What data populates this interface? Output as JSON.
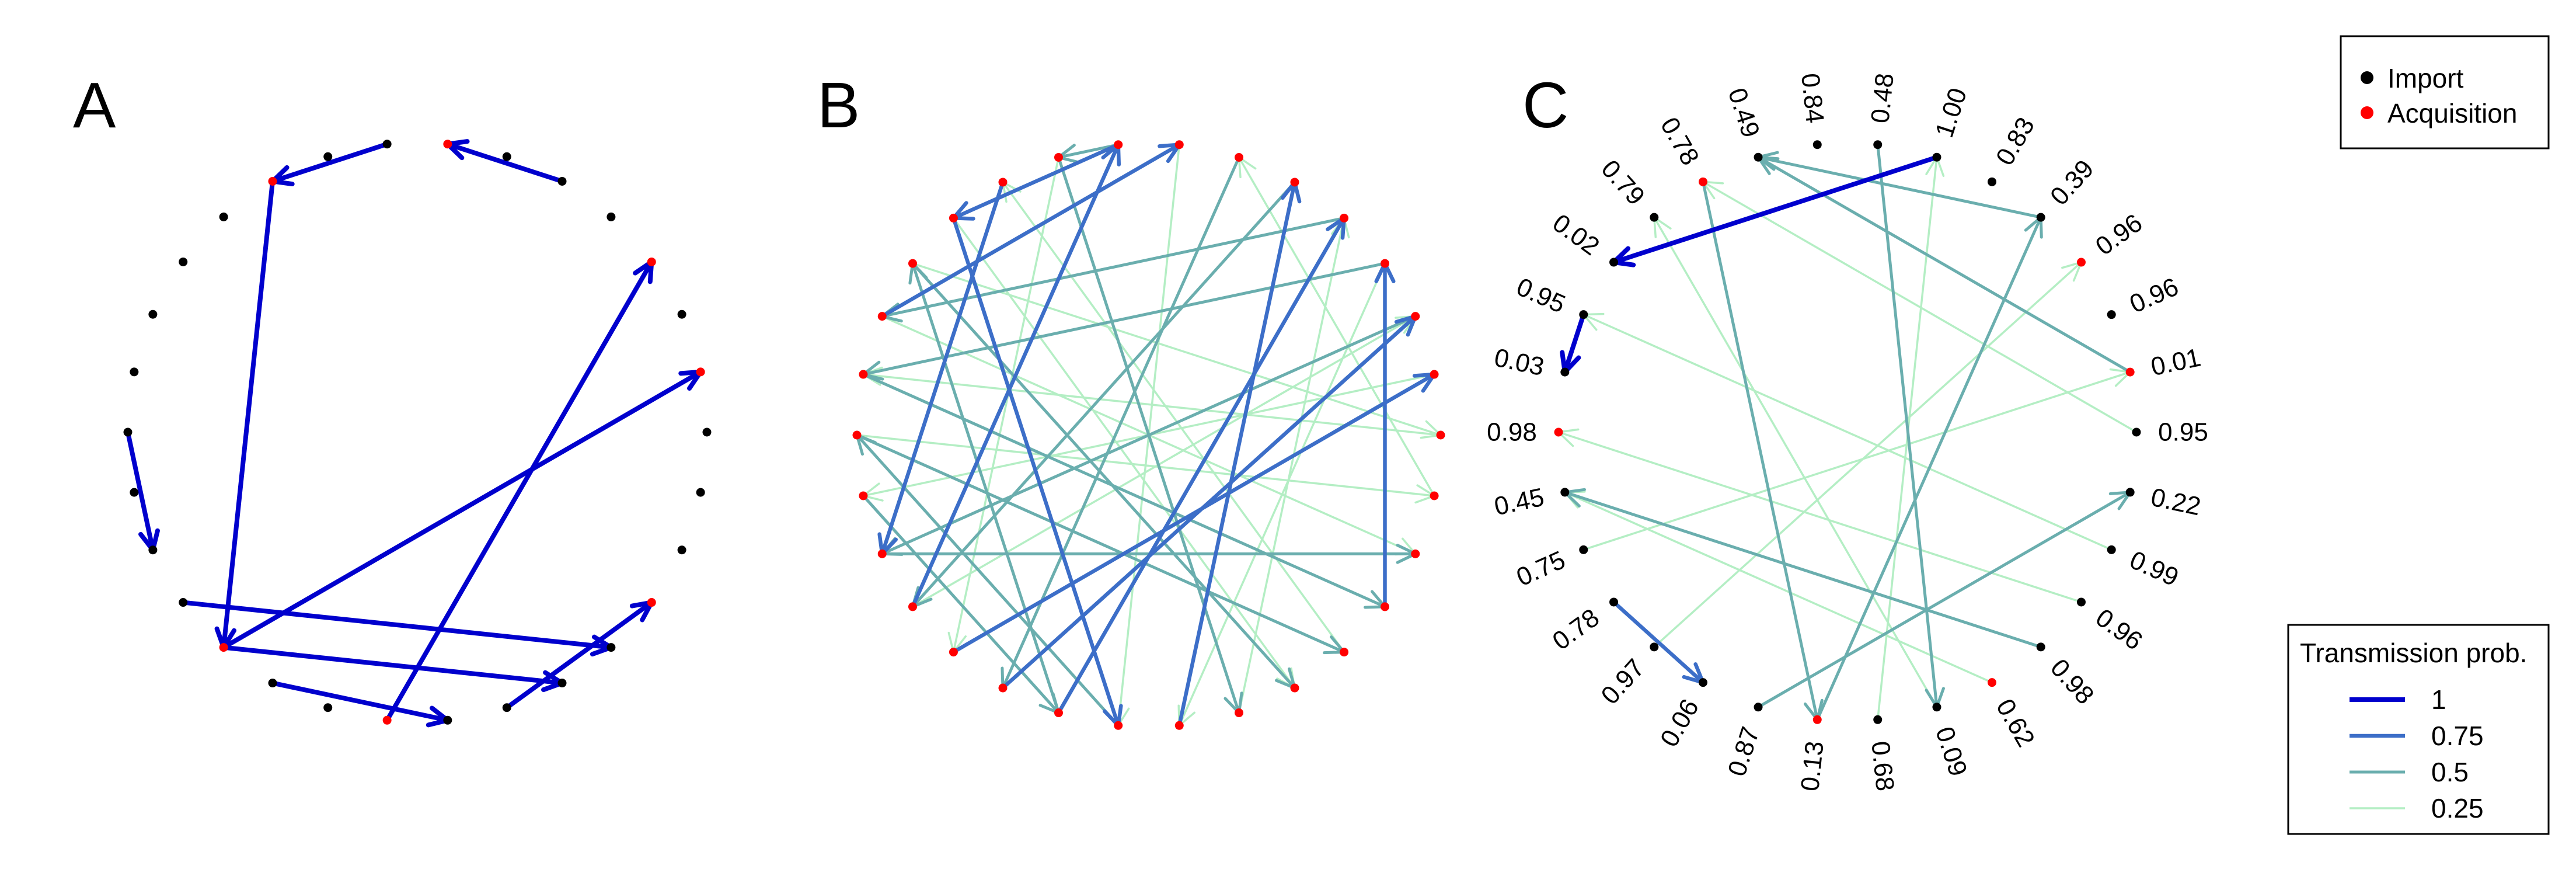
{
  "colors": {
    "import": "#000000",
    "acquisition": "#ff0000",
    "edge_1": "#0000cd",
    "edge_0_75": "#3c6ec8",
    "edge_0_5": "#6aaeae",
    "edge_0_25": "#b4eec4"
  },
  "panels": [
    {
      "letter": "A"
    },
    {
      "letter": "B"
    },
    {
      "letter": "C"
    }
  ],
  "node_legend": {
    "items": [
      {
        "label": "Import",
        "color": "#000000"
      },
      {
        "label": "Acquisition",
        "color": "#ff0000"
      }
    ]
  },
  "edge_legend": {
    "title": "Transmission prob.",
    "items": [
      {
        "label": "1",
        "color": "#0000cd",
        "prob": 1
      },
      {
        "label": "0.75",
        "color": "#3c6ec8",
        "prob": 0.75
      },
      {
        "label": "0.5",
        "color": "#6aaeae",
        "prob": 0.5
      },
      {
        "label": "0.25",
        "color": "#b4eec4",
        "prob": 0.25
      }
    ]
  },
  "networks": {
    "node_count": 30,
    "A": {
      "acquisition_nodes": [
        1,
        3,
        7,
        10,
        19,
        22,
        27
      ],
      "edges": [
        [
          19,
          1,
          1
        ],
        [
          22,
          3,
          1
        ],
        [
          5,
          7,
          1
        ],
        [
          8,
          10,
          1
        ],
        [
          20,
          23,
          1
        ],
        [
          19,
          25,
          1
        ],
        [
          18,
          26,
          1
        ],
        [
          10,
          19,
          1
        ],
        [
          15,
          17,
          1
        ],
        [
          24,
          27,
          1
        ]
      ]
    },
    "B": {
      "acquisition_nodes": [
        0,
        1,
        2,
        3,
        4,
        5,
        6,
        7,
        8,
        9,
        10,
        11,
        12,
        13,
        14,
        15,
        16,
        17,
        18,
        19,
        20,
        21,
        22,
        23,
        24,
        25,
        26,
        27,
        28,
        29
      ],
      "edges": [
        [
          20,
          2,
          0.75
        ],
        [
          19,
          1,
          0.75
        ],
        [
          21,
          4,
          0.75
        ],
        [
          23,
          5,
          0.75
        ],
        [
          27,
          3,
          0.75
        ],
        [
          10,
          17,
          0.75
        ],
        [
          11,
          22,
          0.75
        ],
        [
          13,
          7,
          0.75
        ],
        [
          8,
          11,
          0.75
        ],
        [
          18,
          8,
          0.75
        ],
        [
          14,
          27,
          0.5
        ],
        [
          21,
          12,
          0.5
        ],
        [
          22,
          15,
          0.5
        ],
        [
          2,
          17,
          0.5
        ],
        [
          4,
          13,
          0.5
        ],
        [
          5,
          18,
          0.5
        ],
        [
          6,
          20,
          0.5
        ],
        [
          3,
          14,
          0.5
        ],
        [
          8,
          9,
          0.5
        ],
        [
          16,
          21,
          0.5
        ],
        [
          12,
          25,
          0.5
        ],
        [
          15,
          26,
          0.5
        ],
        [
          17,
          28,
          0.5
        ],
        [
          9,
          24,
          0.5
        ],
        [
          7,
          22,
          0.25
        ],
        [
          18,
          2,
          0.25
        ],
        [
          12,
          0,
          0.25
        ],
        [
          24,
          4,
          0.25
        ],
        [
          13,
          28,
          0.25
        ],
        [
          1,
          16,
          0.25
        ],
        [
          29,
          6,
          0.25
        ],
        [
          15,
          29,
          0.25
        ],
        [
          26,
          10,
          0.25
        ],
        [
          3,
          23,
          0.25
        ],
        [
          9,
          19,
          0.25
        ],
        [
          0,
          14,
          0.25
        ],
        [
          11,
          25,
          0.25
        ]
      ]
    },
    "C": {
      "acquisition_nodes": [
        1,
        3,
        10,
        15,
        22,
        25
      ],
      "node_probs": [
        "0.95",
        "0.01",
        "0.96",
        "0.96",
        "0.39",
        "0.83",
        "1.00",
        "0.48",
        "0.84",
        "0.49",
        "0.78",
        "0.79",
        "0.02",
        "0.95",
        "0.03",
        "0.98",
        "0.45",
        "0.75",
        "0.78",
        "0.97",
        "0.06",
        "0.87",
        "0.13",
        "0.68",
        "0.09",
        "0.62",
        "0.98",
        "0.96",
        "0.99",
        "0.22"
      ],
      "edges": [
        [
          6,
          12,
          1
        ],
        [
          13,
          14,
          1
        ],
        [
          18,
          20,
          0.75
        ],
        [
          21,
          29,
          0.5
        ],
        [
          26,
          16,
          0.5
        ],
        [
          4,
          9,
          0.5
        ],
        [
          7,
          24,
          0.5
        ],
        [
          22,
          4,
          0.5
        ],
        [
          10,
          22,
          0.5
        ],
        [
          1,
          9,
          0.5
        ],
        [
          27,
          15,
          0.25
        ],
        [
          28,
          13,
          0.25
        ],
        [
          24,
          11,
          0.25
        ],
        [
          17,
          1,
          0.25
        ],
        [
          23,
          6,
          0.25
        ],
        [
          25,
          16,
          0.25
        ],
        [
          19,
          3,
          0.25
        ],
        [
          0,
          10,
          0.25
        ]
      ]
    }
  }
}
